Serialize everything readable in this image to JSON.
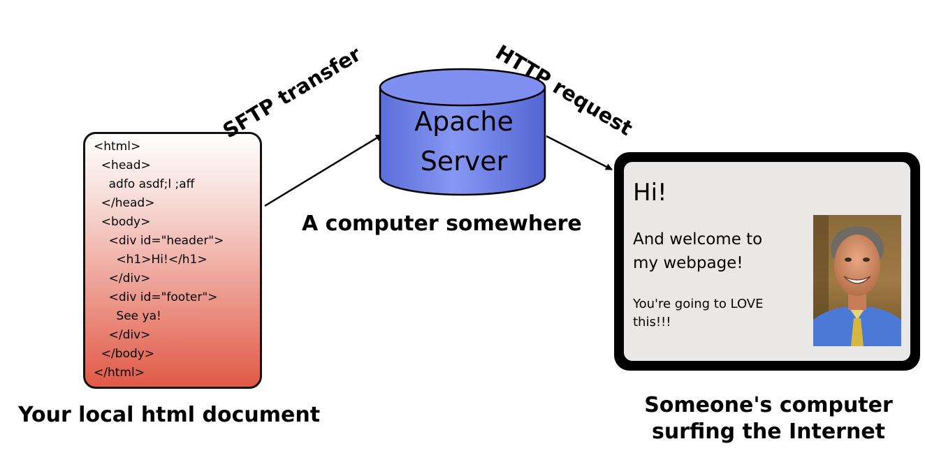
{
  "local_document": {
    "code_lines": [
      "<html>",
      "  <head>",
      "    adfo asdf;l ;aff",
      "  </head>",
      "  <body>",
      "    <div id=\"header\">",
      "      <h1>Hi!</h1>",
      "    </div>",
      "    <div id=\"footer\">",
      "      See ya!",
      "    </div>",
      "  </body>",
      "</html>"
    ],
    "caption": "Your local html document",
    "colors": {
      "top": "#ffffff",
      "bottom": "#e05a47"
    }
  },
  "server": {
    "line1": "Apache",
    "line2": "Server",
    "caption": "A computer somewhere",
    "color": "#6677ee"
  },
  "labels": {
    "sftp": "SFTP transfer",
    "http": "HTTP request"
  },
  "browser": {
    "heading": "Hi!",
    "welcome_line1": "And welcome to",
    "welcome_line2": "my webpage!",
    "love_line1": "You're going to LOVE",
    "love_line2": "this!!!",
    "photo_icon": "person-photo",
    "caption_line1": "Someone's computer",
    "caption_line2": "surfing the Internet"
  }
}
